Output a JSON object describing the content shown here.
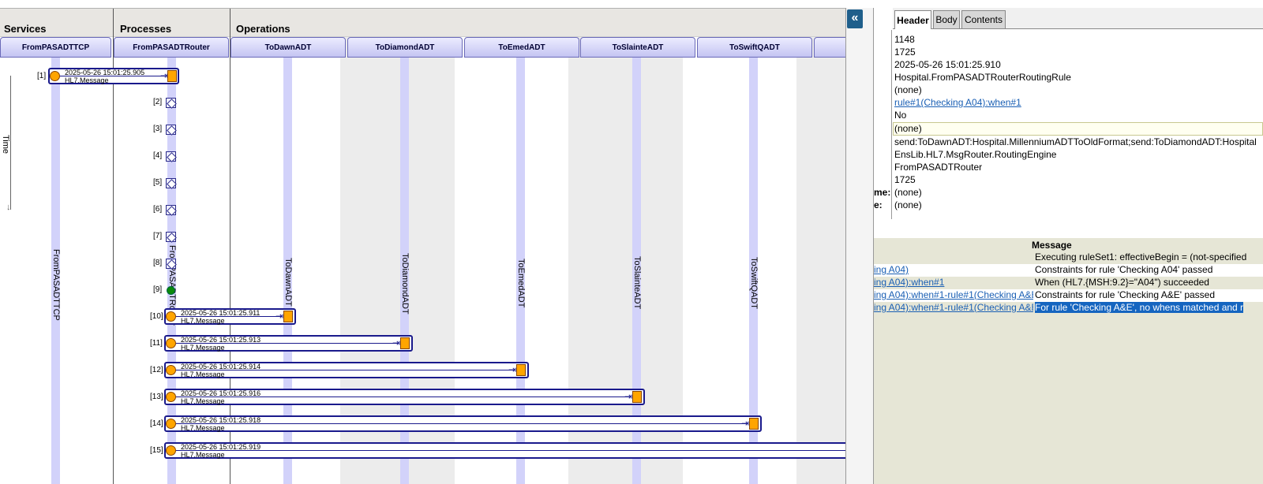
{
  "sections": {
    "services": "Services",
    "processes": "Processes",
    "operations": "Operations"
  },
  "time_label": "Time",
  "hosts": [
    {
      "name": "FromPASADTTCP",
      "vertical": "FromPASADTTCP"
    },
    {
      "name": "FromPASADTRouter",
      "vertical": "FromPASADTRouter"
    },
    {
      "name": "ToDawnADT",
      "vertical": "ToDawnADT"
    },
    {
      "name": "ToDiamondADT",
      "vertical": "ToDiamondADT"
    },
    {
      "name": "ToEmedADT",
      "vertical": "ToEmedADT"
    },
    {
      "name": "ToSlainteADT",
      "vertical": "ToSlainteADT"
    },
    {
      "name": "ToSwiftQADT",
      "vertical": "ToSwiftQADT"
    }
  ],
  "events": {
    "e1": {
      "seq": "[1]",
      "time": "2025-05-26 15:01:25.905",
      "type": "HL7.Message"
    },
    "e2": "[2]",
    "e3": "[3]",
    "e4": "[4]",
    "e5": "[5]",
    "e6": "[6]",
    "e7": "[7]",
    "e8": "[8]",
    "e9": "[9]",
    "e10": {
      "seq": "[10]",
      "time": "2025-05-26 15:01:25.911",
      "type": "HL7.Message"
    },
    "e11": {
      "seq": "[11]",
      "time": "2025-05-26 15:01:25.913",
      "type": "HL7.Message"
    },
    "e12": {
      "seq": "[12]",
      "time": "2025-05-26 15:01:25.914",
      "type": "HL7.Message"
    },
    "e13": {
      "seq": "[13]",
      "time": "2025-05-26 15:01:25.916",
      "type": "HL7.Message"
    },
    "e14": {
      "seq": "[14]",
      "time": "2025-05-26 15:01:25.918",
      "type": "HL7.Message"
    },
    "e15": {
      "seq": "[15]",
      "time": "2025-05-26 15:01:25.919",
      "type": "HL7.Message"
    }
  },
  "toggles": {
    "collapse_trace": "«",
    "expand_detail": "»"
  },
  "tabs": {
    "header": "Header",
    "body": "Body",
    "contents": "Contents"
  },
  "header_fields": {
    "f1": "1148",
    "f2": "1725",
    "f3": "2025-05-26 15:01:25.910",
    "f4": "Hospital.FromPASADTRouterRoutingRule",
    "f5": "(none)",
    "f6": "rule#1(Checking A04):when#1",
    "f7": "No",
    "f8": "(none)",
    "f9": "send:ToDawnADT:Hospital.MillenniumADTToOldFormat;send:ToDiamondADT:Hospital",
    "f10": "EnsLib.HL7.MsgRouter.RoutingEngine",
    "f11": "FromPASADTRouter",
    "f12": "1725",
    "f13_label": "me:",
    "f13": "(none)",
    "f14_label": "e:",
    "f14": "(none)"
  },
  "log": {
    "col_message": "Message",
    "rows": [
      {
        "rule": "",
        "message": "Executing ruleSet1: effectiveBegin = (not-specified"
      },
      {
        "rule": "ing A04)",
        "message": "Constraints for rule 'Checking A04' passed"
      },
      {
        "rule": "ing A04):when#1",
        "message": "When (HL7.{MSH:9.2}=\"A04\") succeeded"
      },
      {
        "rule": "ing A04):when#1-rule#1(Checking A&E)",
        "message": "Constraints for rule 'Checking A&E' passed"
      },
      {
        "rule": "ing A04):when#1-rule#1(Checking A&E)",
        "message": "For rule 'Checking A&E', no whens matched and r"
      }
    ]
  },
  "colors": {
    "accent": "#1f5f8b",
    "lifeline": "#d2d2fa",
    "message_box": "#1a1a8c",
    "node": "#ffa500",
    "selection": "#1565c0"
  }
}
